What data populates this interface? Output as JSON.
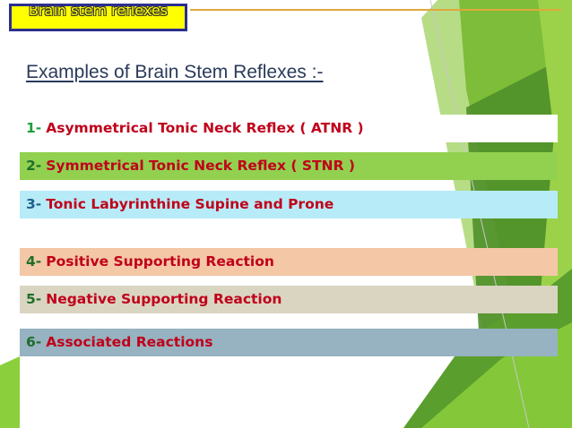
{
  "slide": {
    "title_box_text": "Brain stem reflexes",
    "heading": "Examples of Brain Stem Reflexes :-",
    "items": [
      {
        "number": "1-",
        "label": "Asymmetrical Tonic Neck Reflex ( ATNR )"
      },
      {
        "number": "2-",
        "label": "Symmetrical Tonic Neck Reflex ( STNR )"
      },
      {
        "number": "3-",
        "label": "Tonic Labyrinthine Supine and Prone"
      },
      {
        "number": "4-",
        "label": "Positive Supporting Reaction"
      },
      {
        "number": "5-",
        "label": "Negative Supporting Reaction"
      },
      {
        "number": "6-",
        "label": "Associated Reactions"
      }
    ]
  },
  "colors": {
    "item_backgrounds": [
      "#ffffff",
      "#92d050",
      "#b7ebf7",
      "#f4c7a6",
      "#d9d5c1",
      "#97b2c0"
    ],
    "item_number_colors": [
      "#1f9e3a",
      "#1f6e2a",
      "#1f5e8f",
      "#1f6e2a",
      "#1f6e2a",
      "#1f6e2a"
    ],
    "item_text": "#c0001a",
    "title_box_fill": "#ffff00",
    "title_box_border": "#2b2f8f",
    "heading": "#2a3a5a",
    "accent_line": "#e0a83a"
  }
}
